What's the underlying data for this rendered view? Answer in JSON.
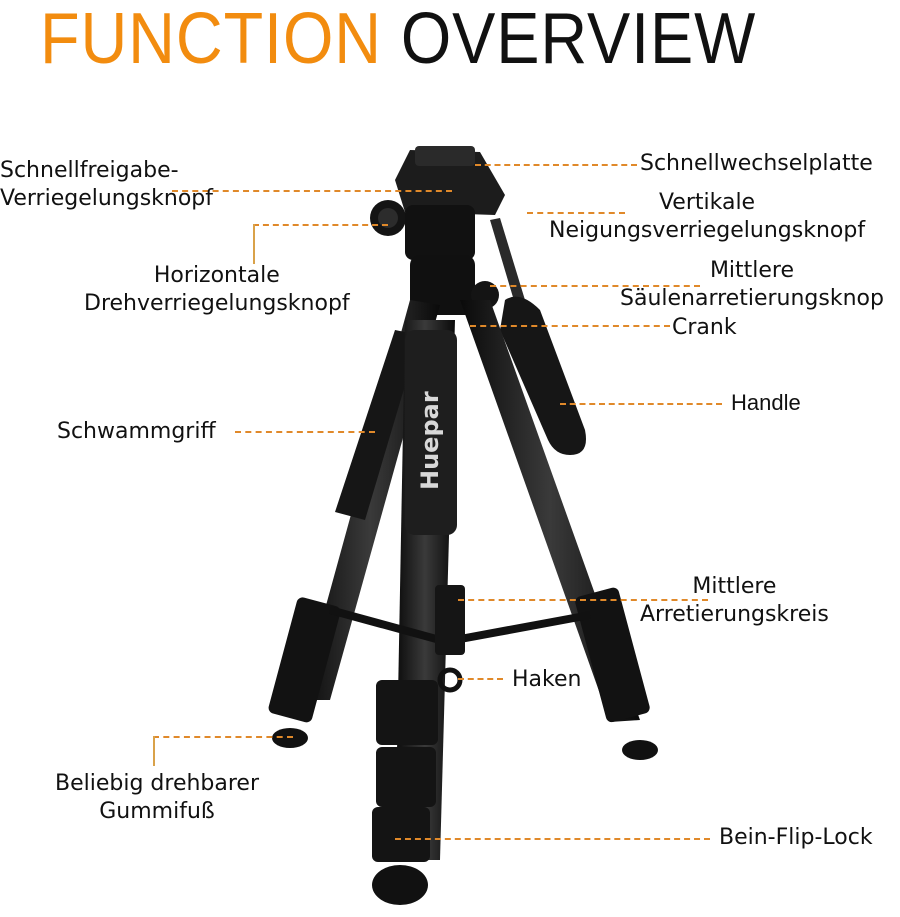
{
  "title": {
    "word1": "FUNCTION",
    "word2": "OVERVIEW"
  },
  "colors": {
    "accent": "#f28c0f",
    "leader_line": "#e0892a",
    "text": "#111111"
  },
  "brand_on_grip": "Huepar",
  "labels": {
    "quick_release_lock": [
      "Schnellfreigabe-",
      "Verriegelungsknopf"
    ],
    "quick_release_plate": "Schnellwechselplatte",
    "vertical_tilt_lock": [
      "Vertikale",
      "Neigungsverriegelungsknopf"
    ],
    "horizontal_pan_lock": [
      "Horizontale",
      "Drehverriegelungsknopf"
    ],
    "center_column_lock": [
      "Mittlere",
      "Säulenarretierungsknop"
    ],
    "crank": "Crank",
    "handle": "Handle",
    "sponge_grip": "Schwammgriff",
    "center_locking_ring": [
      "Mittlere",
      "Arretierungskreis"
    ],
    "hook": "Haken",
    "rubber_foot": [
      "Beliebig drehbarer",
      "Gummifuß"
    ],
    "leg_flip_lock": "Bein-Flip-Lock"
  }
}
